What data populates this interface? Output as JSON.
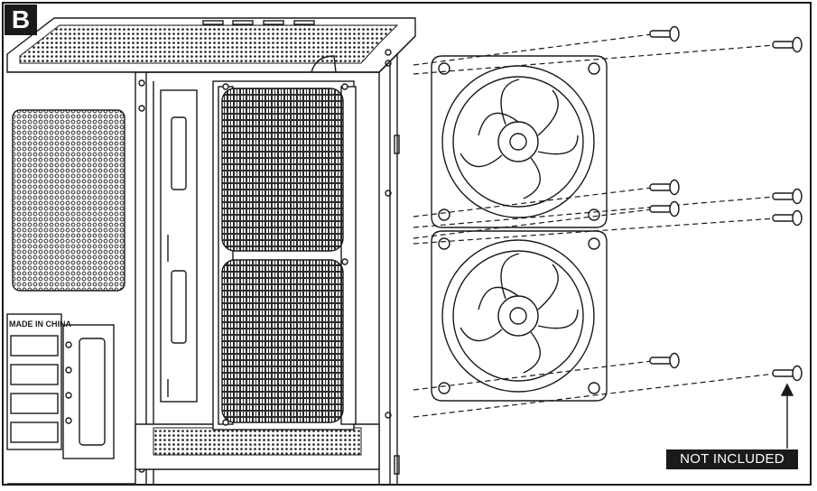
{
  "step_label": "B",
  "case_label": "MADE IN CHINA",
  "note_label": "NOT INCLUDED",
  "colors": {
    "line": "#1a1a1a",
    "badge_bg": "#1a1a1a",
    "badge_text": "#ffffff",
    "mesh": "#3a3a3a"
  },
  "icons": [
    "pc-case",
    "radiator",
    "case-fan",
    "fan-screw",
    "arrow-up"
  ]
}
